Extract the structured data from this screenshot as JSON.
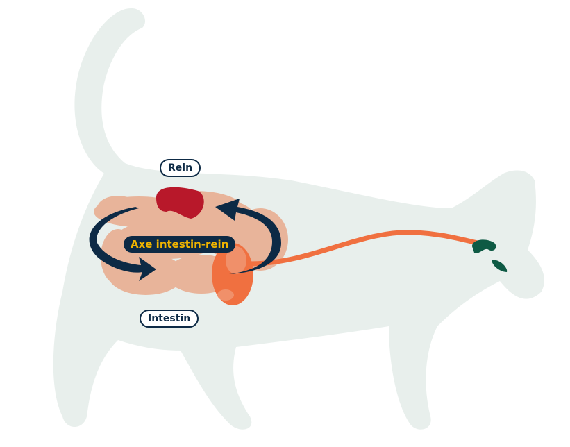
{
  "labels": {
    "kidney": "Rein",
    "intestine": "Intestin",
    "axis": "Axe intestin-rein"
  },
  "colors": {
    "body": "#e8efec",
    "intestine": "#e8b49a",
    "kidney": "#b8182a",
    "arrow": "#0d2a45",
    "axis_text": "#f0b400",
    "tract": "#f07040",
    "mouth": "#0e5a44"
  }
}
